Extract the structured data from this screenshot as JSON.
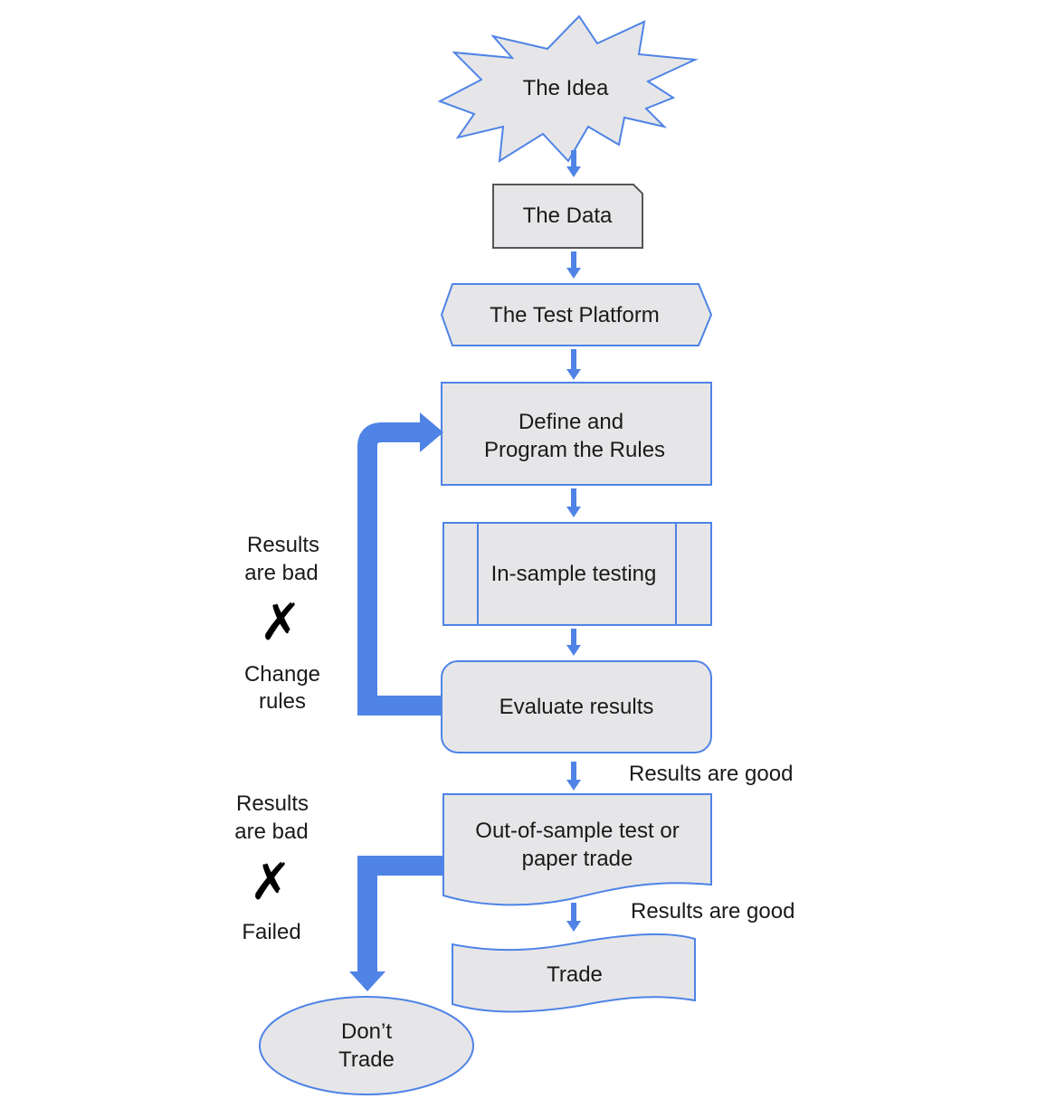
{
  "nodes": {
    "idea": "The Idea",
    "data": "The Data",
    "platform": "The Test Platform",
    "define_line1": "Define and",
    "define_line2": "Program the Rules",
    "insample": "In-sample testing",
    "evaluate": "Evaluate results",
    "oos_line1": "Out-of-sample test or",
    "oos_line2": "paper trade",
    "trade": "Trade",
    "dont_line1": "Don’t",
    "dont_line2": "Trade"
  },
  "edges": {
    "good_1": "Results are good",
    "good_2": "Results are good"
  },
  "loop_bad": {
    "line1": "Results",
    "line2": "are bad",
    "mark": "✗",
    "action_line1": "Change",
    "action_line2": "rules"
  },
  "fail_bad": {
    "line1": "Results",
    "line2": "are bad",
    "mark": "✗",
    "action": "Failed"
  },
  "colors": {
    "accent": "#4f83e6",
    "fill": "#e6e6e8"
  }
}
